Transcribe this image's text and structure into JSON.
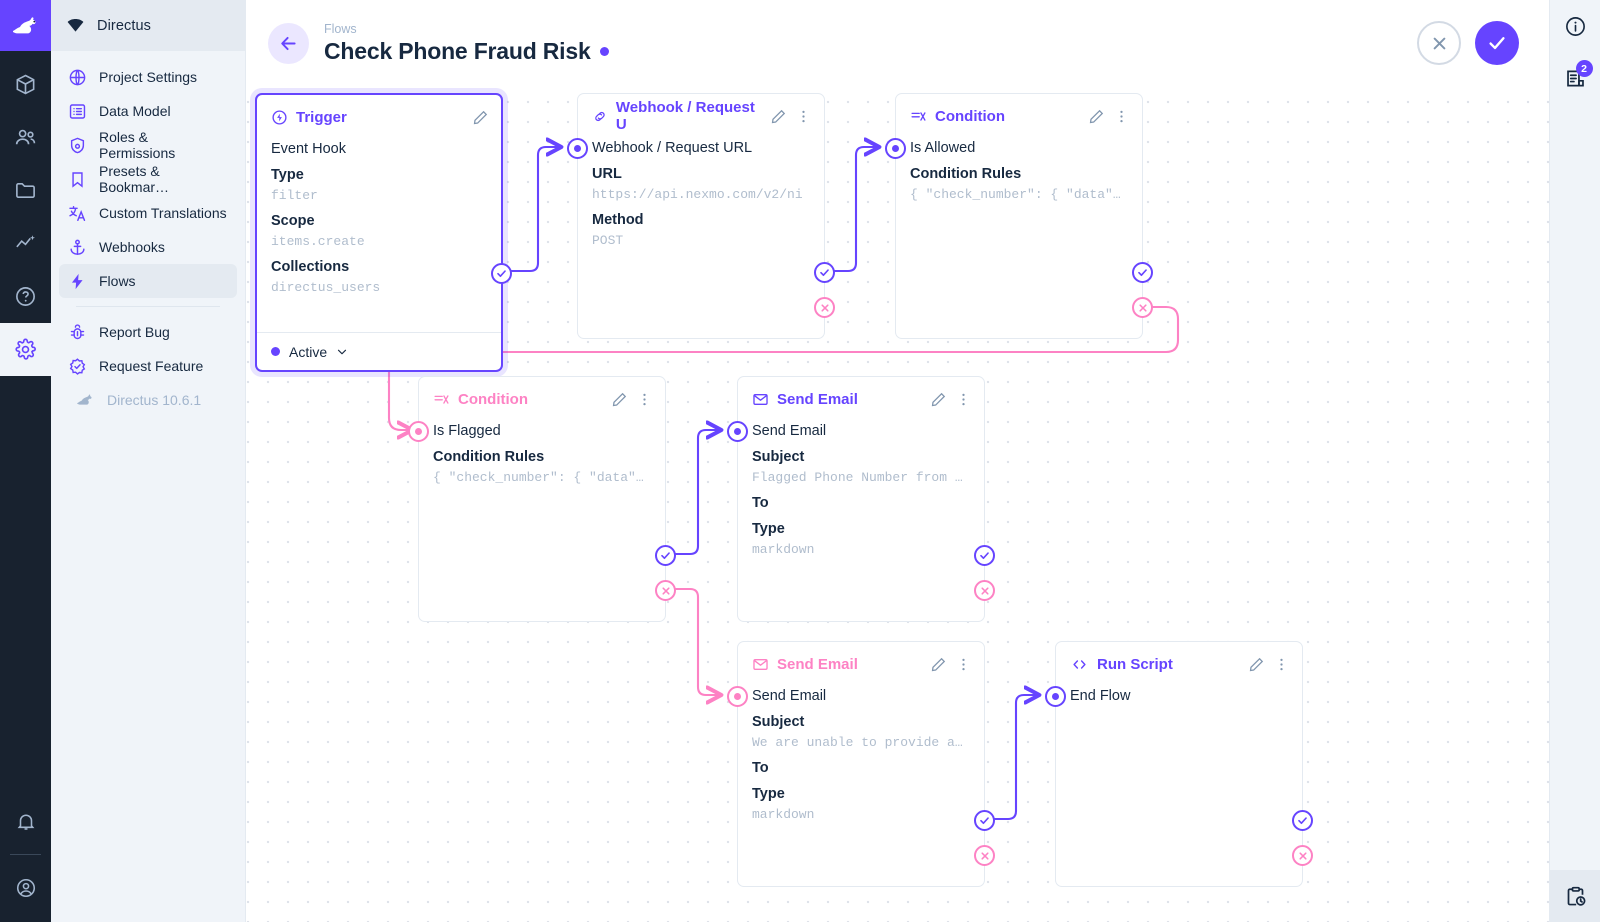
{
  "app": {
    "brand": "Directus",
    "version_label": "Directus 10.6.1"
  },
  "rail": {
    "logo_icon": "rabbit-logo-icon",
    "items": [
      {
        "name": "content",
        "icon": "box-icon"
      },
      {
        "name": "users",
        "icon": "users-icon"
      },
      {
        "name": "files",
        "icon": "folder-icon"
      },
      {
        "name": "insights",
        "icon": "analytics-icon"
      },
      {
        "name": "docs",
        "icon": "help-circle-icon"
      },
      {
        "name": "settings",
        "icon": "gear-icon",
        "active": true
      }
    ],
    "bottom": [
      {
        "name": "notifications",
        "icon": "bell-icon"
      },
      {
        "name": "account",
        "icon": "account-circle-icon"
      }
    ]
  },
  "sidebar": {
    "header_title": "Directus",
    "header_icon": "directus-gem-icon",
    "items": [
      {
        "label": "Project Settings",
        "icon": "public-globe-icon",
        "active": false
      },
      {
        "label": "Data Model",
        "icon": "list-alt-icon",
        "active": false
      },
      {
        "label": "Roles & Permissions",
        "icon": "admin-shield-icon",
        "active": false
      },
      {
        "label": "Presets & Bookmar…",
        "icon": "bookmark-icon",
        "active": false
      },
      {
        "label": "Custom Translations",
        "icon": "translate-icon",
        "active": false
      },
      {
        "label": "Webhooks",
        "icon": "anchor-icon",
        "active": false
      },
      {
        "label": "Flows",
        "icon": "bolt-icon",
        "active": true
      }
    ],
    "secondary_items": [
      {
        "label": "Report Bug",
        "icon": "bug-report-icon"
      },
      {
        "label": "Request Feature",
        "icon": "verified-badge-icon"
      }
    ]
  },
  "header": {
    "breadcrumb": "Flows",
    "title": "Check Phone Fraud Risk",
    "status_dot_color": "#6644ff",
    "back_icon": "arrow-left-icon",
    "cancel_label": "close-icon",
    "save_label": "check-icon"
  },
  "rightbar": {
    "info_icon": "info-circle-icon",
    "logs_icon": "flow-logs-icon",
    "logs_badge": "2",
    "activity_icon": "clipboard-clock-icon"
  },
  "nodes": [
    {
      "id": "trigger",
      "type_label": "Trigger",
      "type_icon": "trigger-bolt-circle-icon",
      "accent": "#6644ff",
      "selected": true,
      "name_label": "Event Hook",
      "fields": [
        {
          "key": "Type",
          "value": "filter"
        },
        {
          "key": "Scope",
          "value": "items.create"
        },
        {
          "key": "Collections",
          "value": "directus_users"
        }
      ],
      "footer_status": "Active",
      "has_menu": false,
      "has_input_port": false
    },
    {
      "id": "webhook",
      "type_label": "Webhook / Request U",
      "type_icon": "link-chain-icon",
      "accent": "#6644ff",
      "selected": false,
      "name_label": "Webhook / Request URL",
      "fields": [
        {
          "key": "URL",
          "value": "https://api.nexmo.com/v2/ni"
        },
        {
          "key": "Method",
          "value": "POST"
        }
      ],
      "has_menu": true,
      "has_input_port": true
    },
    {
      "id": "cond-allowed",
      "type_label": "Condition",
      "type_icon": "condition-branch-icon",
      "accent": "#6644ff",
      "selected": false,
      "name_label": "Is Allowed",
      "fields": [
        {
          "key": "Condition Rules",
          "value": "{ \"check_number\": { \"data\"…"
        }
      ],
      "has_menu": true,
      "has_input_port": true
    },
    {
      "id": "cond-flagged",
      "type_label": "Condition",
      "type_icon": "condition-branch-icon",
      "accent": "#fd82c4",
      "selected": false,
      "name_label": "Is Flagged",
      "fields": [
        {
          "key": "Condition Rules",
          "value": "{ \"check_number\": { \"data\"…"
        }
      ],
      "has_menu": true,
      "has_input_port": true
    },
    {
      "id": "email-flagged",
      "type_label": "Send Email",
      "type_icon": "mail-envelope-icon",
      "accent": "#6644ff",
      "selected": false,
      "name_label": "Send Email",
      "fields": [
        {
          "key": "Subject",
          "value": "Flagged Phone Number from …"
        },
        {
          "key": "To",
          "value": ""
        },
        {
          "key": "Type",
          "value": "markdown"
        }
      ],
      "has_menu": true,
      "has_input_port": true
    },
    {
      "id": "email-unable",
      "type_label": "Send Email",
      "type_icon": "mail-envelope-icon",
      "accent": "#fd82c4",
      "selected": false,
      "name_label": "Send Email",
      "fields": [
        {
          "key": "Subject",
          "value": "We are unable to provide a…"
        },
        {
          "key": "To",
          "value": ""
        },
        {
          "key": "Type",
          "value": "markdown"
        }
      ],
      "has_menu": true,
      "has_input_port": true
    },
    {
      "id": "run-script",
      "type_label": "Run Script",
      "type_icon": "code-brackets-icon",
      "accent": "#6644ff",
      "selected": false,
      "name_label": "End Flow",
      "fields": [],
      "has_menu": true,
      "has_input_port": true
    }
  ],
  "colors": {
    "accent": "#6644ff",
    "reject": "#fd82c4",
    "canvas": "#ffffff",
    "sidebar": "#f0f4f9",
    "rail": "#18222f",
    "border": "#e4eaf1",
    "muted_text": "#a2b5cd"
  }
}
